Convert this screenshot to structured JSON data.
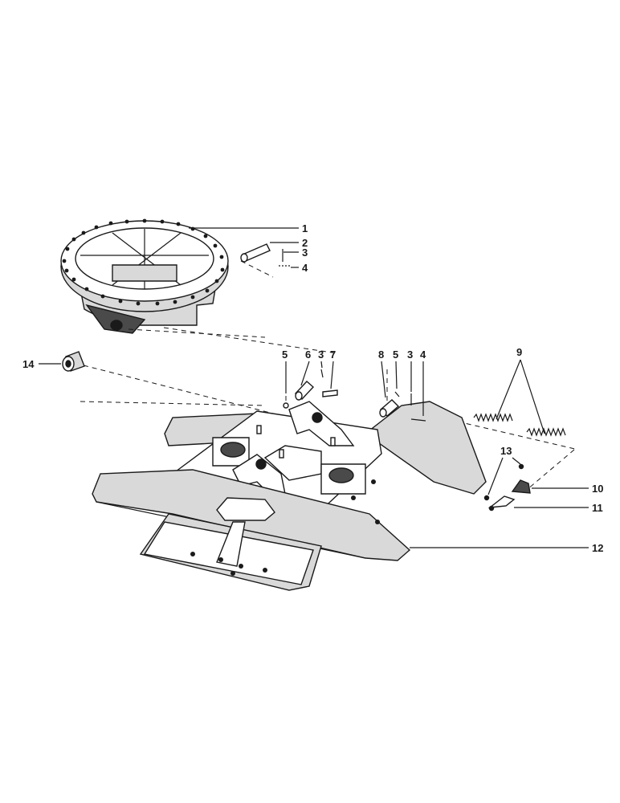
{
  "callouts": {
    "c1": "1",
    "c2": "2",
    "c3a": "3",
    "c4a": "4",
    "c14": "14",
    "c5a": "5",
    "c6": "6",
    "c3b": "3",
    "c7": "7",
    "c8": "8",
    "c5b": "5",
    "c3c": "3",
    "c4b": "4",
    "c9": "9",
    "c13": "13",
    "c10": "10",
    "c11": "11",
    "c12": "12"
  },
  "colors": {
    "ink": "#1a1a1a",
    "paper": "#ffffff",
    "shade": "#d9d9d9"
  }
}
